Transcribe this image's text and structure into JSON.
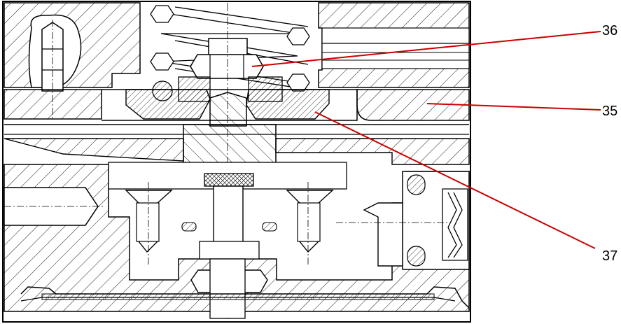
{
  "callouts": [
    {
      "id": "36",
      "label": "36"
    },
    {
      "id": "35",
      "label": "35"
    },
    {
      "id": "37",
      "label": "37"
    }
  ],
  "colors": {
    "outline": "#000000",
    "leader": "#cc0000",
    "hatch": "#000000",
    "background": "#ffffff"
  }
}
